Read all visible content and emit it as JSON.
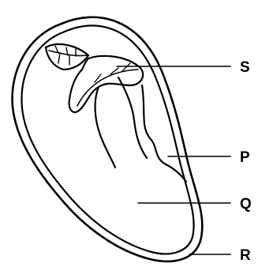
{
  "diagram": {
    "labels": {
      "s": "S",
      "p": "P",
      "q": "Q",
      "r": "R"
    }
  }
}
